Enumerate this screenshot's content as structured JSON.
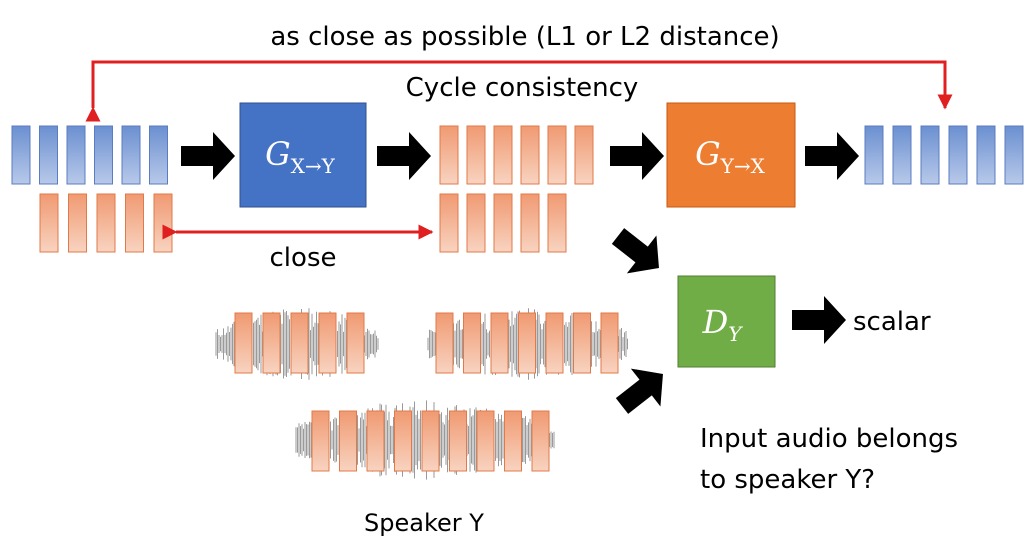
{
  "top_label": "as close as possible (L1 or L2 distance)",
  "cycle_label": "Cycle consistency",
  "close_label": "close",
  "speaker_label": "Speaker Y",
  "question": {
    "line1": "Input audio belongs",
    "line2": "to speaker Y?"
  },
  "output_label": "scalar",
  "generator_xy": {
    "letter": "G",
    "sub": "X→Y",
    "color": "#4472c4"
  },
  "generator_yx": {
    "letter": "G",
    "sub": "Y→X",
    "color": "#ed7d31"
  },
  "discriminator": {
    "letter": "D",
    "sub": "Y",
    "color": "#70ad47"
  },
  "colors": {
    "blue_frame": "#8faadc",
    "orange_frame": "#f4a582",
    "red_arrow": "#e02020",
    "black_arrow": "#000000",
    "wave": "#9a9a9a"
  },
  "icons": [
    "block-arrow-icon",
    "red-bracket-arrow-icon",
    "double-headed-arrow-icon",
    "waveform-icon"
  ]
}
